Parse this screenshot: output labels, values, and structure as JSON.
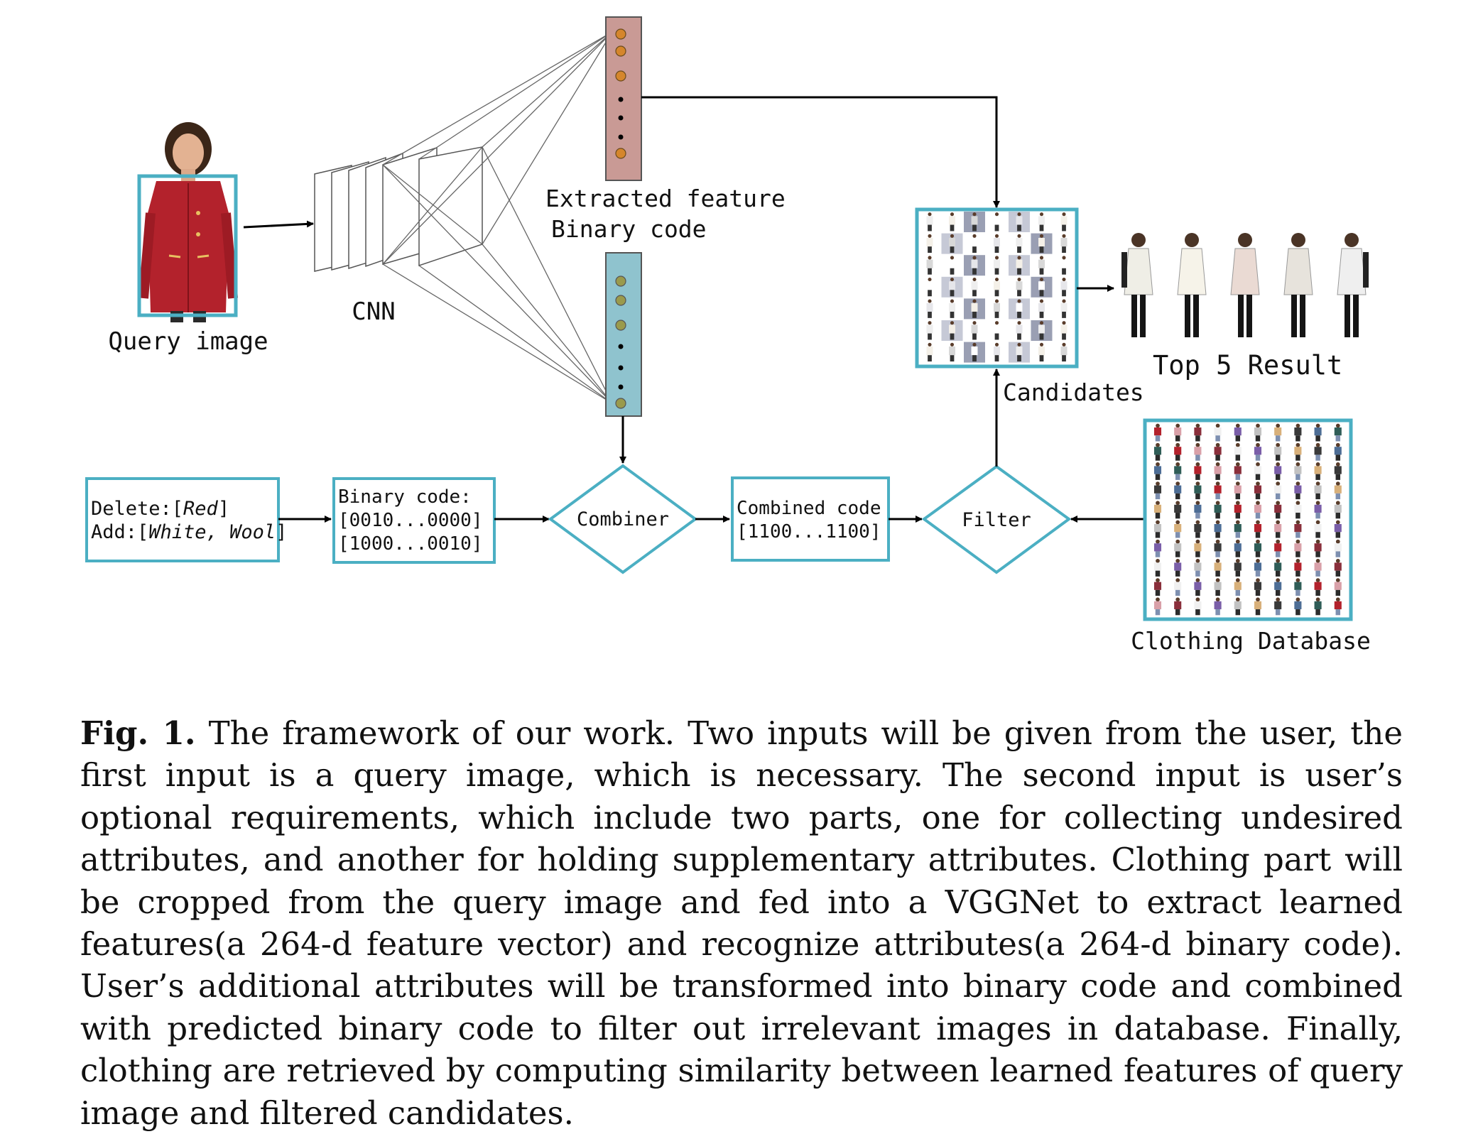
{
  "figure": {
    "query_image_label": "Query image",
    "cnn_label": "CNN",
    "extracted_feature_label": "Extracted feature",
    "binary_code_label": "Binary code",
    "user_input": {
      "delete_prefix": "Delete:[",
      "delete_value": "Red",
      "delete_suffix": "]",
      "add_prefix": "Add:[",
      "add_value": "White, Wool",
      "add_suffix": "]"
    },
    "binary_code_box": {
      "title": "Binary code:",
      "line1": "[0010...0000]",
      "line2": "[1000...0010]"
    },
    "combiner_label": "Combiner",
    "combined_code_box": {
      "title": "Combined code",
      "line1": "[1100...1100]"
    },
    "filter_label": "Filter",
    "candidates_label": "Candidates",
    "top5_label": "Top 5 Result",
    "database_label": "Clothing Database",
    "colors": {
      "box_border": "#4bafc3",
      "feature_vector": "#c99a95",
      "binary_vector": "#8fc3ce",
      "feature_dot": "#d5862c",
      "binary_dot": "#9a9a4c",
      "coat_red": "#b3222c"
    }
  },
  "caption": {
    "label": "Fig. 1.",
    "text": " The framework of our work. Two inputs will be given from the user, the first input is a query image, which is necessary. The second input is user’s optional require­ments, which include two parts, one for collecting undesired attributes, and another for holding supplementary attributes. Clothing part will be cropped from the query image and fed into a VGGNet to extract learned features(a 264-d feature vector) and recognize attributes(a 264-d binary code). User’s additional attributes will be transformed into binary code and combined with predicted binary code to filter out irrelevant images in database. Finally, clothing are retrieved by computing similarity between learned features of query image and filtered candidates."
  }
}
